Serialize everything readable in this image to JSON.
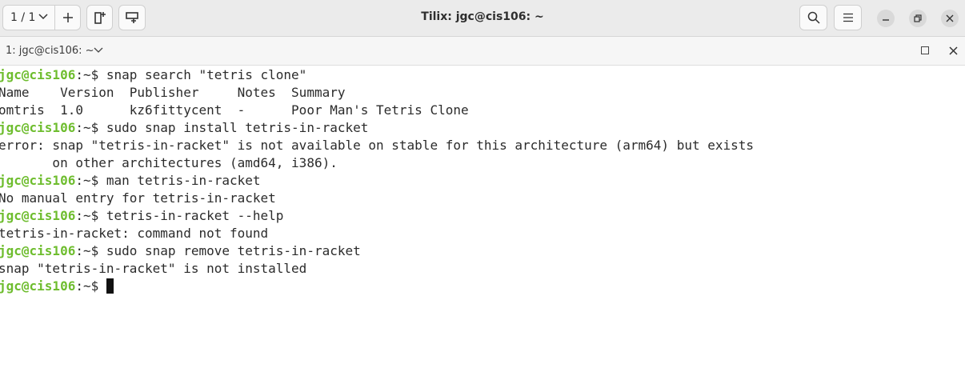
{
  "titlebar": {
    "session_label": "1 / 1",
    "title": "Tilix: jgc@cis106: ~",
    "icons": [
      "chevron-down-icon",
      "plus-icon",
      "add-terminal-right-icon",
      "add-terminal-down-icon",
      "search-icon",
      "hamburger-menu-icon",
      "minimize-icon",
      "maximize-icon",
      "close-icon"
    ]
  },
  "tab": {
    "title": "1: jgc@cis106: ~"
  },
  "terminal": {
    "prompt_user": "jgc@cis106",
    "prompt_path": ":~$ ",
    "lines": [
      {
        "type": "prompt",
        "cmd": "snap search \"tetris clone\""
      },
      {
        "type": "out",
        "text": "Name    Version  Publisher     Notes  Summary"
      },
      {
        "type": "out",
        "text": "omtris  1.0      kz6fittycent  -      Poor Man's Tetris Clone"
      },
      {
        "type": "prompt",
        "cmd": "sudo snap install tetris-in-racket"
      },
      {
        "type": "out",
        "text": "error: snap \"tetris-in-racket\" is not available on stable for this architecture (arm64) but exists"
      },
      {
        "type": "out",
        "text": "       on other architectures (amd64, i386)."
      },
      {
        "type": "prompt",
        "cmd": "man tetris-in-racket"
      },
      {
        "type": "out",
        "text": "No manual entry for tetris-in-racket"
      },
      {
        "type": "prompt",
        "cmd": "tetris-in-racket --help"
      },
      {
        "type": "out",
        "text": "tetris-in-racket: command not found"
      },
      {
        "type": "prompt",
        "cmd": "sudo snap remove tetris-in-racket"
      },
      {
        "type": "out",
        "text": "snap \"tetris-in-racket\" is not installed"
      },
      {
        "type": "prompt",
        "cmd": ""
      }
    ]
  },
  "colors": {
    "prompt": "#6ebd2e",
    "text": "#2b2b2b",
    "background": "#ffffff"
  }
}
